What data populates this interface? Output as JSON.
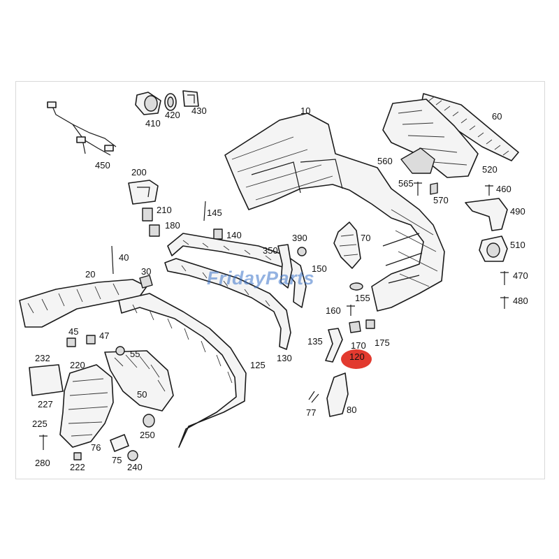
{
  "diagram": {
    "watermark": "FridayParts",
    "highlight_color": "#e0291d",
    "watermark_color": "#3b74c9",
    "parts": [
      {
        "id": "10",
        "name": "rear-bumper-cover"
      },
      {
        "id": "20",
        "name": "side-trim-left"
      },
      {
        "id": "30",
        "name": "bracket-small"
      },
      {
        "id": "40",
        "name": "rod"
      },
      {
        "id": "45",
        "name": "clip"
      },
      {
        "id": "47",
        "name": "nut"
      },
      {
        "id": "50",
        "name": "absorber"
      },
      {
        "id": "55",
        "name": "clip"
      },
      {
        "id": "60",
        "name": "grille-strip"
      },
      {
        "id": "70",
        "name": "bracket"
      },
      {
        "id": "75",
        "name": "clip"
      },
      {
        "id": "76",
        "name": "clip"
      },
      {
        "id": "77",
        "name": "clip"
      },
      {
        "id": "80",
        "name": "bracket-right"
      },
      {
        "id": "120",
        "name": "trim-strip"
      },
      {
        "id": "125",
        "name": "lower-trim"
      },
      {
        "id": "130",
        "name": "trim-strip-lower"
      },
      {
        "id": "135",
        "name": "bracket"
      },
      {
        "id": "140",
        "name": "clip"
      },
      {
        "id": "145",
        "name": "rod"
      },
      {
        "id": "150",
        "name": "part"
      },
      {
        "id": "155",
        "name": "washer"
      },
      {
        "id": "160",
        "name": "screw"
      },
      {
        "id": "170",
        "name": "bolt"
      },
      {
        "id": "175",
        "name": "nut"
      },
      {
        "id": "180",
        "name": "clip"
      },
      {
        "id": "200",
        "name": "cover"
      },
      {
        "id": "210",
        "name": "clip"
      },
      {
        "id": "220",
        "name": "bracket-left"
      },
      {
        "id": "222",
        "name": "nut"
      },
      {
        "id": "225",
        "name": "clip"
      },
      {
        "id": "227",
        "name": "clip"
      },
      {
        "id": "232",
        "name": "cover-plate"
      },
      {
        "id": "240",
        "name": "nut"
      },
      {
        "id": "250",
        "name": "grommet"
      },
      {
        "id": "280",
        "name": "screw"
      },
      {
        "id": "350",
        "name": "bracket"
      },
      {
        "id": "390",
        "name": "nut"
      },
      {
        "id": "410",
        "name": "sensor"
      },
      {
        "id": "420",
        "name": "ring"
      },
      {
        "id": "430",
        "name": "holder"
      },
      {
        "id": "450",
        "name": "wiring-harness"
      },
      {
        "id": "460",
        "name": "screw"
      },
      {
        "id": "470",
        "name": "bolt"
      },
      {
        "id": "480",
        "name": "screw"
      },
      {
        "id": "490",
        "name": "bracket"
      },
      {
        "id": "510",
        "name": "exhaust-tip"
      },
      {
        "id": "520",
        "name": "retainer"
      },
      {
        "id": "560",
        "name": "bracket"
      },
      {
        "id": "565",
        "name": "screw"
      },
      {
        "id": "570",
        "name": "clip"
      }
    ]
  }
}
